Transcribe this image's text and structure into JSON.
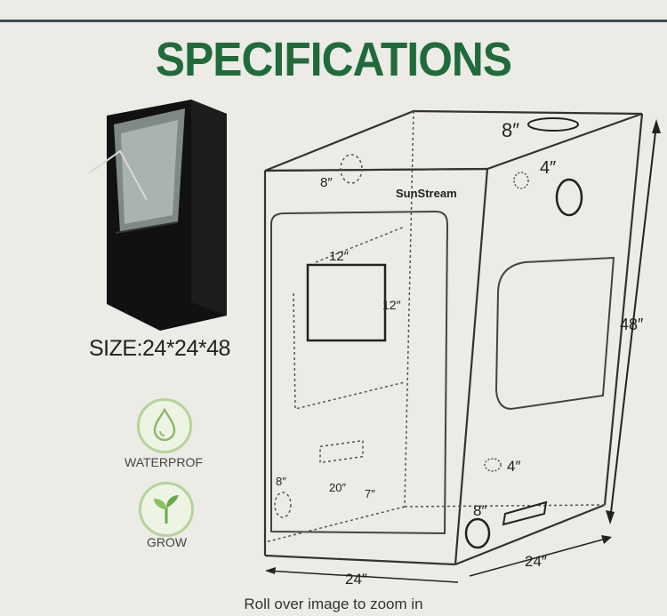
{
  "heading": "SPECIFICATIONS",
  "size_label": "SIZE:24*24*48",
  "features": [
    {
      "label": "WATERPROF",
      "icon": "water-drop-icon"
    },
    {
      "label": "GROW",
      "icon": "sprout-icon"
    }
  ],
  "brand": "SunStream",
  "dimensions": {
    "top_vent": "8″",
    "front_top_vent": "8″",
    "side_top_vent": "4″",
    "window_width": "12″",
    "window_height": "12″",
    "height": "48″",
    "side_bottom_vent": "4″",
    "front_bottom_vent": "8″",
    "bottom_vent": "8″",
    "floor_width": "20″",
    "floor_depth": "7″",
    "width": "24″",
    "depth": "24″"
  },
  "caption": "Roll over image to zoom in",
  "colors": {
    "heading": "#1f6b3a",
    "badge_ring": "#b6d39a"
  }
}
